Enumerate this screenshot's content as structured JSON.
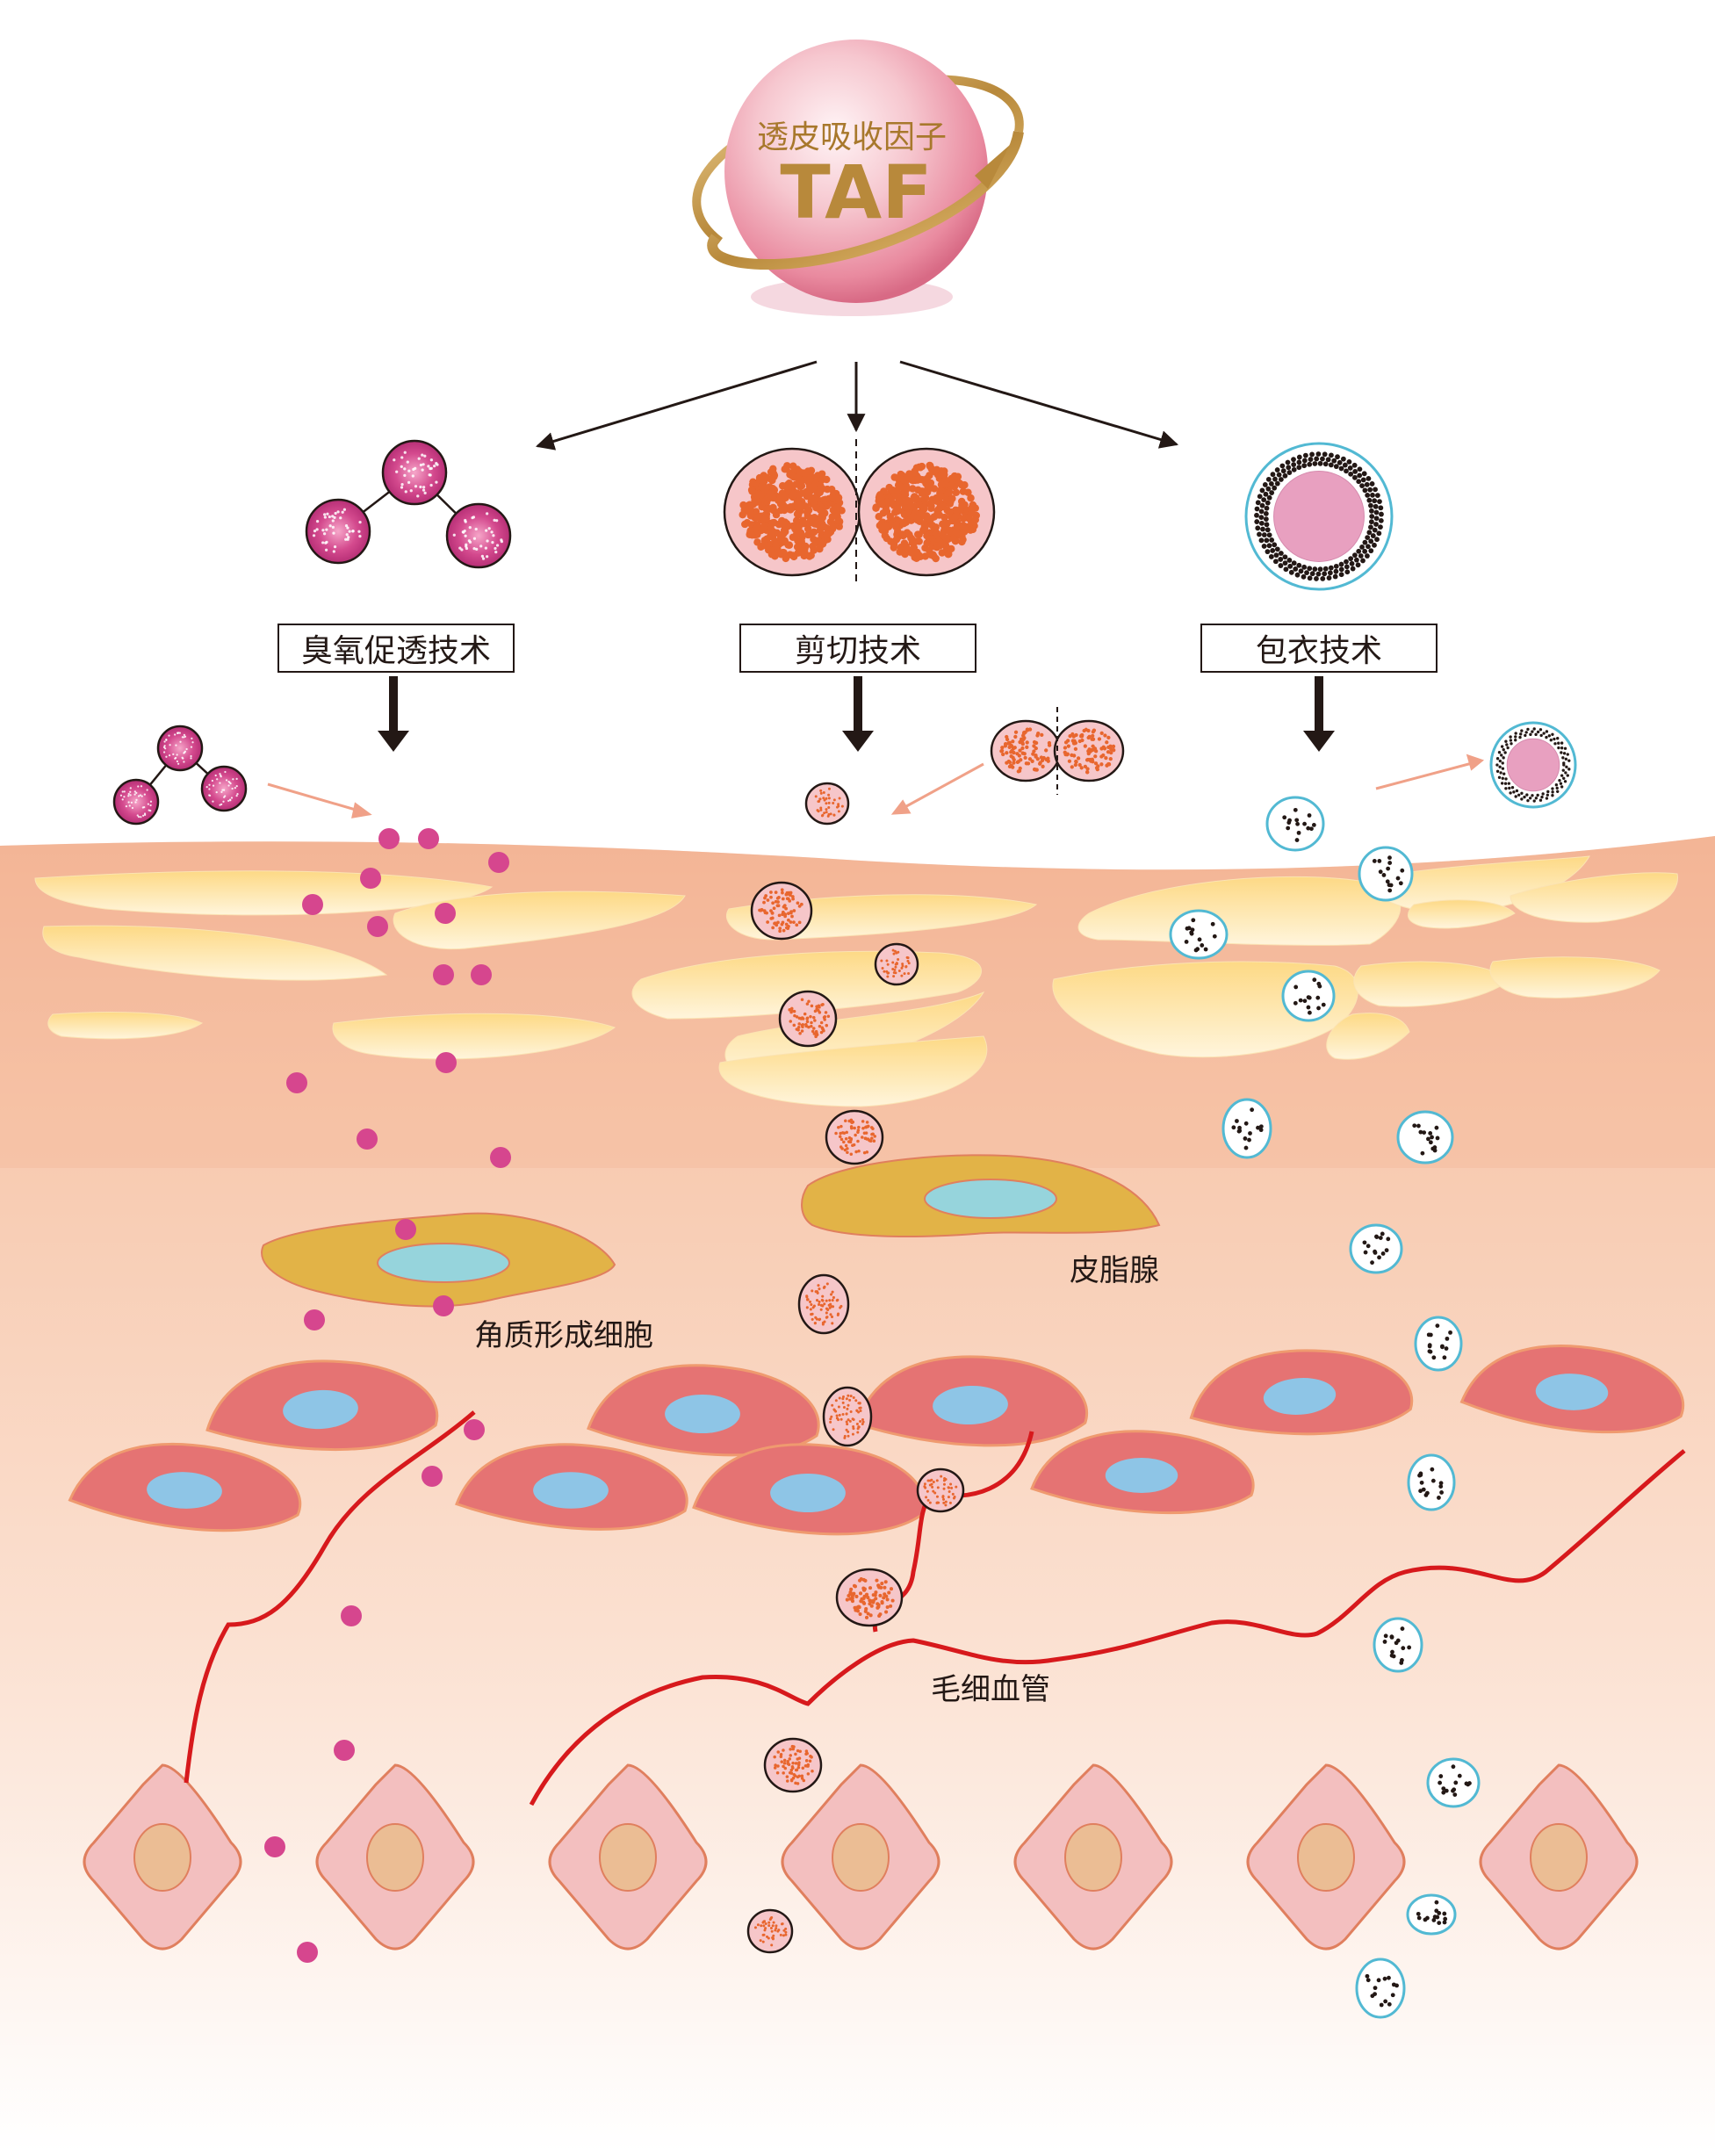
{
  "logo": {
    "subtitle": "透皮吸收因子",
    "title": "TAF"
  },
  "techniques": [
    {
      "id": "ozone",
      "label": "臭氧促透技术"
    },
    {
      "id": "cut",
      "label": "剪切技术"
    },
    {
      "id": "coat",
      "label": "包衣技术"
    }
  ],
  "skin_labels": {
    "keratinocyte": "角质形成细胞",
    "sebaceous_gland": "皮脂腺",
    "capillary": "毛细血管"
  },
  "colors": {
    "magenta_particle": "#d6468e",
    "orange_dots": "#e8662e",
    "cyan_outline": "#52b9d3",
    "capillary_red": "#d7191c",
    "gland_fill": "#e2b347",
    "cell_fill": "#e57373",
    "nucleus_blue": "#8ec5e6"
  }
}
